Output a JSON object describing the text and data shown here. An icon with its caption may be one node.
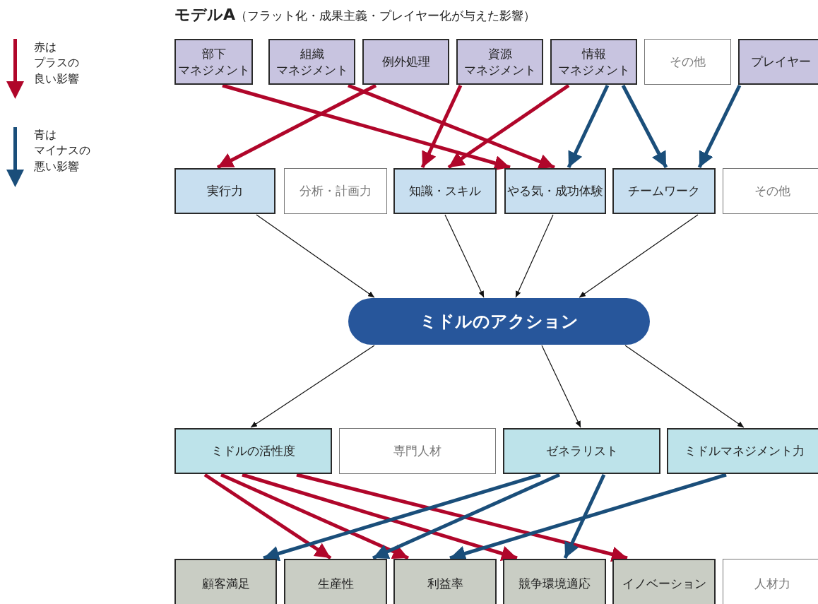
{
  "diagram": {
    "title": "**モデルA**（フラット化・成果主義・プレイヤー化が与えた影響）",
    "nodes": [
      {
        "text": [
          "部下マネジメント"
        ]
      },
      {
        "text": [
          "組織マネジメント"
        ]
      },
      {
        "text": [
          "例外処理"
        ]
      },
      {
        "text": [
          "資源マネジメント"
        ]
      },
      {
        "text": [
          "情報マネジメント"
        ]
      },
      {
        "text": [
          "その他"
        ]
      },
      {
        "text": [
          "プレイヤー"
        ]
      },
      {
        "text": [
          "実行力"
        ]
      },
      {
        "text": [
          "分析・計画力"
        ]
      },
      {
        "text": [
          "知識・スキル"
        ]
      },
      {
        "text": [
          "やる気・成功体験"
        ]
      },
      {
        "text": [
          "チームワーク"
        ]
      },
      {
        "text": [
          "その他"
        ]
      },
      {
        "text": [
          "ミドルのアクション"
        ]
      },
      {
        "text": [
          "ミドルの活性度"
        ]
      },
      {
        "text": [
          "専門人材"
        ]
      },
      {
        "text": [
          "ゼネラリスト"
        ]
      },
      {
        "text": [
          "ミドルマネジメント力"
        ]
      },
      {
        "text": [
          "顧客満足"
        ]
      },
      {
        "text": [
          "生産性"
        ]
      },
      {
        "text": [
          "利益率"
        ]
      },
      {
        "text": [
          "競争環境適応"
        ]
      },
      {
        "text": [
          "イノベーション"
        ]
      },
      {
        "text": [
          "人材力"
        ]
      }
    ],
    "edges": [
      {
        "from": 0,
        "to": 10,
        "arrow": "to"
      },
      {
        "from": 1,
        "to": 10,
        "arrow": "to"
      },
      {
        "from": 2,
        "to": 7,
        "arrow": "to"
      },
      {
        "from": 3,
        "to": 9,
        "arrow": "to"
      },
      {
        "from": 4,
        "to": 9,
        "arrow": "to"
      },
      {
        "from": 4,
        "to": 10,
        "arrow": "to",
        "color": "#1a4e7a"
      },
      {
        "from": 4,
        "to": 11,
        "arrow": "to",
        "color": "#1a4e7a"
      },
      {
        "from": 6,
        "to": 11,
        "arrow": "to",
        "color": "#1a4e7a"
      },
      {
        "from": 7,
        "to": 13,
        "arrow": "to",
        "color": "#111111"
      },
      {
        "from": 9,
        "to": 13,
        "arrow": "to",
        "color": "#111111"
      },
      {
        "from": 10,
        "to": 13,
        "arrow": "to",
        "color": "#111111"
      },
      {
        "from": 11,
        "to": 13,
        "arrow": "to",
        "color": "#111111"
      },
      {
        "from": 13,
        "to": 14,
        "arrow": "to",
        "color": "#111111"
      },
      {
        "from": 13,
        "to": 16,
        "arrow": "to",
        "color": "#111111"
      },
      {
        "from": 13,
        "to": 17,
        "arrow": "to",
        "color": "#111111"
      },
      {
        "from": 14,
        "to": 19,
        "arrow": "to"
      },
      {
        "from": 14,
        "to": 20,
        "arrow": "to"
      },
      {
        "from": 14,
        "to": 21,
        "arrow": "to"
      },
      {
        "from": 14,
        "to": 22,
        "arrow": "to"
      },
      {
        "from": 16,
        "to": 18,
        "arrow": "to",
        "color": "#1a4e7a"
      },
      {
        "from": 16,
        "to": 19,
        "arrow": "to",
        "color": "#1a4e7a"
      },
      {
        "from": 16,
        "to": 21,
        "arrow": "to",
        "color": "#1a4e7a"
      },
      {
        "from": 17,
        "to": 20,
        "arrow": "to",
        "color": "#1a4e7a"
      }
    ],
    "legend": [
      {
        "text": "赤はプラスの良い影響"
      },
      {
        "text": "青はマイナスの悪い影響"
      }
    ]
  }
}
